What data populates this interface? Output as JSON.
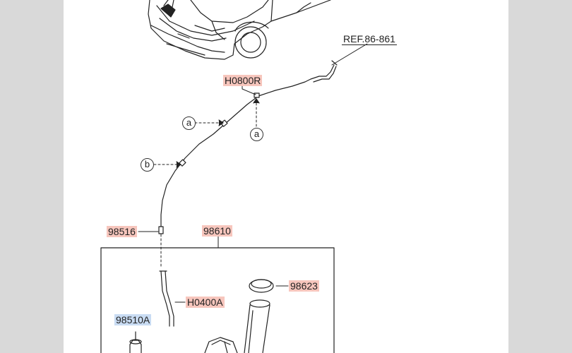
{
  "parts": {
    "ref": "REF.86-861",
    "hose_upper": "H0800R",
    "connector": "98516",
    "reservoir_assy": "98610",
    "cap": "98623",
    "hose_lower": "H0400A",
    "pump": "98510A"
  },
  "callouts": {
    "a1": "a",
    "a2": "a",
    "b": "b"
  },
  "colors": {
    "highlight_red": "#f7c6bd",
    "highlight_blue": "#c9dcf3"
  }
}
